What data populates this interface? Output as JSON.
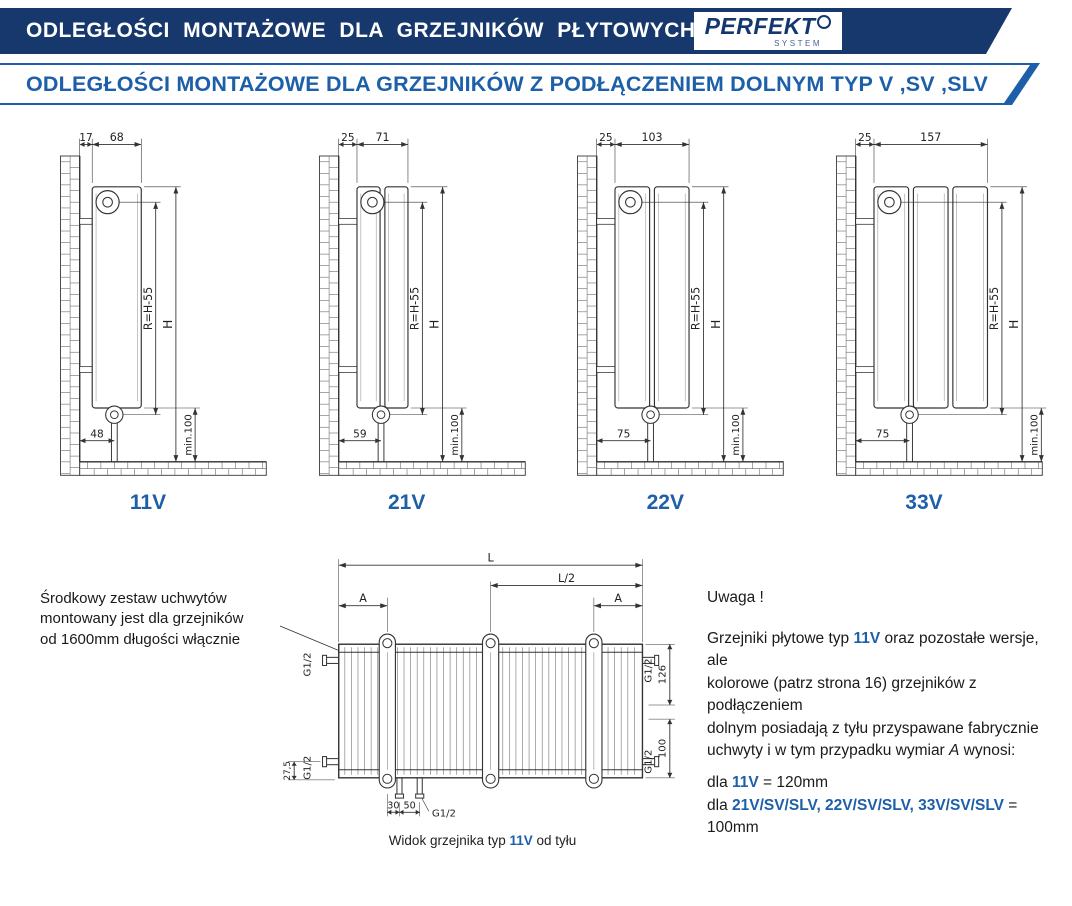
{
  "header": {
    "title": "ODLEGŁOŚCI MONTAŻOWE DLA GRZEJNIKÓW PŁYTOWYCH",
    "subtitle": "ODLEGŁOŚCI MONTAŻOWE DLA GRZEJNIKÓW Z PODŁĄCZENIEM DOLNYM TYP V ,SV ,SLV",
    "logo": {
      "brand": "PERFEKT",
      "sub": "SYSTEM"
    },
    "colors": {
      "bar_navy": "#16386d",
      "accent_blue": "#1d5fa8"
    }
  },
  "diagrams": {
    "common_labels": {
      "r": "R=H-55",
      "h": "H",
      "min": "min.100"
    },
    "items": [
      {
        "type": "11V",
        "wall_offset": "17",
        "depth": "68",
        "bottom_offset": "48",
        "panels": 1
      },
      {
        "type": "21V",
        "wall_offset": "25",
        "depth": "71",
        "bottom_offset": "59",
        "panels": 2
      },
      {
        "type": "22V",
        "wall_offset": "25",
        "depth": "103",
        "bottom_offset": "75",
        "panels": 2
      },
      {
        "type": "33V",
        "wall_offset": "25",
        "depth": "157",
        "bottom_offset": "75",
        "panels": 3
      }
    ]
  },
  "left_note": {
    "line1": "Środkowy zestaw uchwytów",
    "line2": "montowany jest dla grzejników",
    "line3": "od 1600mm długości włącznie"
  },
  "rear_view": {
    "labels": {
      "L": "L",
      "L2": "L/2",
      "A": "A",
      "g": "G1/2",
      "d126": "126",
      "d100": "100",
      "d275": "27,5",
      "d30": "30",
      "d50": "50"
    },
    "caption_prefix": "Widok grzejnika typ ",
    "caption_type": "11V",
    "caption_suffix": " od tyłu"
  },
  "right_note": {
    "heading": "Uwaga !",
    "p1_seg1": "Grzejniki płytowe typ ",
    "p1_type": "11V",
    "p1_seg2": " oraz pozostałe wersje, ale",
    "p1_line2": "kolorowe (patrz strona 16) grzejników z podłączeniem",
    "p1_line3": "dolnym posiadają z tyłu przyspawane fabrycznie",
    "p1_line4a": "uchwyty i w tym przypadku wymiar ",
    "p1_line4b": "A",
    "p1_line4c": " wynosi:",
    "p2_prefix": "dla ",
    "p2_type": "11V",
    "p2_value": " = 120mm",
    "p3_prefix": "dla ",
    "p3_types": "21V/SV/SLV, 22V/SV/SLV, 33V/SV/SLV",
    "p3_value": " = 100mm"
  }
}
